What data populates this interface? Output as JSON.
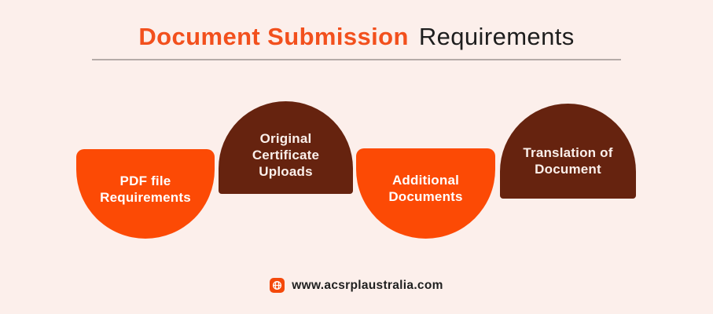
{
  "header": {
    "title_highlight": "Document Submission",
    "title_rest": "Requirements"
  },
  "steps": [
    {
      "id": "pdf-file-requirements",
      "color": "orange",
      "shape": "semicircle-down",
      "lines": [
        "PDF file",
        "Requirements"
      ]
    },
    {
      "id": "original-certificate-uploads",
      "color": "brown",
      "shape": "dome-up",
      "lines": [
        "Original",
        "Certificate",
        "Uploads"
      ]
    },
    {
      "id": "additional-documents",
      "color": "orange",
      "shape": "semicircle-down",
      "lines": [
        "Additional",
        "Documents"
      ]
    },
    {
      "id": "translation-of-document",
      "color": "brown",
      "shape": "dome-up",
      "lines": [
        "Translation of",
        "Document"
      ]
    }
  ],
  "footer": {
    "icon": "globe-icon",
    "website": "www.acsrplaustralia.com"
  },
  "colors": {
    "background": "#FCEFEB",
    "shape_orange": "#FC4A05",
    "shape_brown": "#66230F",
    "title_highlight": "#F2501D",
    "title_rest": "#1E1E1E",
    "divider": "#B5ABA8",
    "text_on_orange": "#FFFFFF",
    "text_on_brown": "#FBF0EB",
    "footer_text": "#1F1F1F",
    "globe_badge": "#F4490B"
  }
}
